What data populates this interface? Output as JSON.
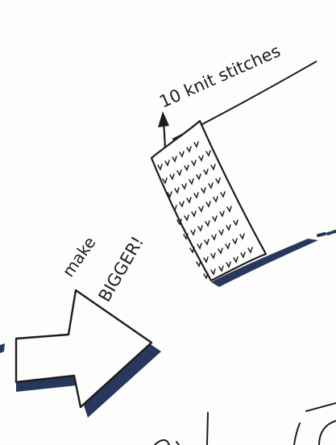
{
  "annotations": {
    "stitch_count": "10 knit stitches",
    "instruction_line1": "make",
    "instruction_line2": "BIGGER!"
  },
  "colors": {
    "ink": "#1c1c1c",
    "navy_shadow": "#27375e",
    "paper": "#fdfdfb"
  },
  "icons": [
    "up-arrow-icon",
    "right-arrow-icon"
  ]
}
